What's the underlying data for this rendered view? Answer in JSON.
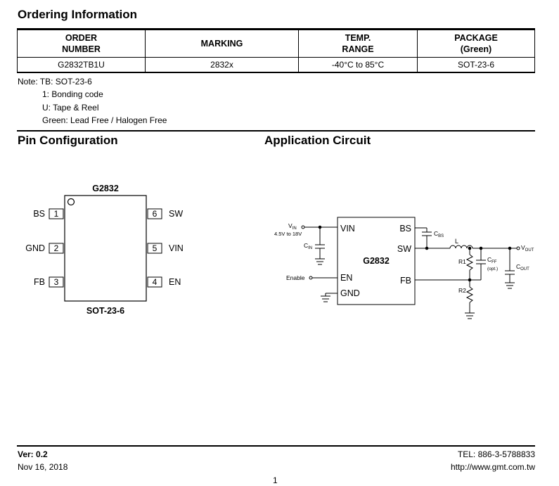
{
  "ordering": {
    "title": "Ordering Information",
    "headers": {
      "order_l1": "ORDER",
      "order_l2": "NUMBER",
      "marking": "MARKING",
      "temp_l1": "TEMP.",
      "temp_l2": "RANGE",
      "pkg_l1": "PACKAGE",
      "pkg_l2": "(Green)"
    },
    "row": {
      "order_number": "G2832TB1U",
      "marking": "2832x",
      "temp_range": "-40°C to 85°C",
      "package": "SOT-23-6"
    },
    "notes": [
      "Note: TB: SOT-23-6",
      "1: Bonding code",
      "U: Tape & Reel",
      "Green: Lead Free / Halogen Free"
    ]
  },
  "pin_config": {
    "title": "Pin Configuration",
    "chip_name": "G2832",
    "package_name": "SOT-23-6",
    "pins": [
      {
        "num": "1",
        "name": "BS"
      },
      {
        "num": "2",
        "name": "GND"
      },
      {
        "num": "3",
        "name": "FB"
      },
      {
        "num": "4",
        "name": "EN"
      },
      {
        "num": "5",
        "name": "VIN"
      },
      {
        "num": "6",
        "name": "SW"
      }
    ]
  },
  "app_circuit": {
    "title": "Application Circuit",
    "chip_name": "G2832",
    "pins": {
      "vin": "VIN",
      "en": "EN",
      "gnd": "GND",
      "bs": "BS",
      "sw": "SW",
      "fb": "FB"
    },
    "vin_main": "V",
    "vin_sub": "IN",
    "vin_range": "4.5V to 18V",
    "cin_main": "C",
    "cin_sub": "IN",
    "enable": "Enable",
    "cbs_main": "C",
    "cbs_sub": "BS",
    "l": "L",
    "r1": "R1",
    "r2": "R2",
    "cff_main": "C",
    "cff_sub": "FF",
    "cff_opt": "(opt.)",
    "cout_main": "C",
    "cout_sub": "OUT",
    "vout_main": "V",
    "vout_sub": "OUT"
  },
  "footer": {
    "version": "Ver: 0.2",
    "date": "Nov 16, 2018",
    "tel": "TEL: 886-3-5788833",
    "url": "http://www.gmt.com.tw",
    "page": "1"
  }
}
